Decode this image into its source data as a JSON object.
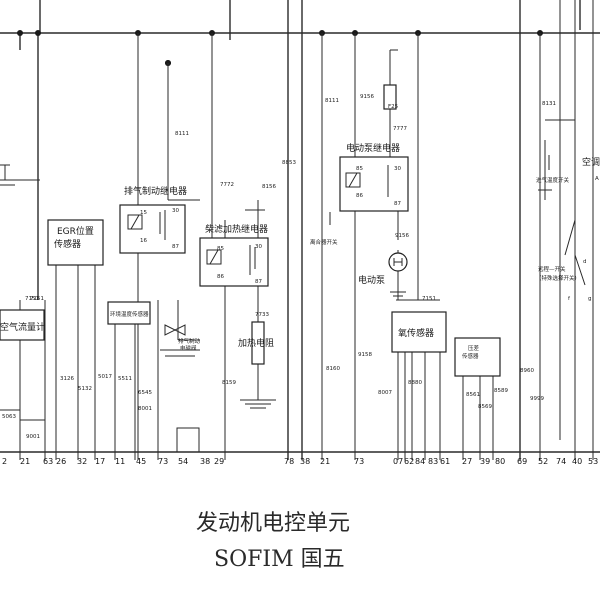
{
  "title_line1": "发动机电控单元",
  "title_line2": "SOFIM 国五",
  "components": {
    "exhaust_brake_relay": "排气制动继电器",
    "egr_sensor_l1": "EGR位置",
    "egr_sensor_l2": "传感器",
    "diesel_heater_relay": "柴滤加热继电器",
    "electric_pump_relay": "电动泵继电器",
    "electric_pump": "电动泵",
    "oxygen_sensor": "氧传感器",
    "pressure_sensor_l1": "压差",
    "pressure_sensor_l2": "传感器",
    "air_flow_meter": "空气流量计",
    "env_temp_sensor": "环境温度传感器",
    "exhaust_valve_l1": "排气制动",
    "exhaust_valve_l2": "电磁阀",
    "heater_resistor": "加热电阻",
    "clutch_switch": "离合器开关",
    "right_switch": "空调",
    "right_note1": "进气温度开关",
    "right_note2": "远程—开关",
    "right_note3": "（特殊选择开关）"
  },
  "relay_pins": [
    "15",
    "16",
    "30",
    "87",
    "85",
    "86",
    "30",
    "87",
    "85",
    "86",
    "30",
    "87"
  ],
  "wires": [
    "8111",
    "7772",
    "8853",
    "7151",
    "8111",
    "7777",
    "9156",
    "7151",
    "8131",
    "3126",
    "5132",
    "5017",
    "5511",
    "6545",
    "8001",
    "8159",
    "7733",
    "8160",
    "9158",
    "8007",
    "8561",
    "8569",
    "8589",
    "8880",
    "8960",
    "9999",
    "9001",
    "5063",
    "7151",
    "9156",
    "8156"
  ],
  "fuse": "F25",
  "connector_pins": [
    "2",
    "21",
    "63",
    "26",
    "32",
    "17",
    "11",
    "45",
    "73",
    "54",
    "38",
    "29",
    "78",
    "38",
    "21",
    "73",
    "07",
    "62",
    "84",
    "83",
    "61",
    "27",
    "39",
    "80",
    "69",
    "52",
    "74",
    "40",
    "53"
  ],
  "pin_labels_small": [
    "A",
    "d",
    "f",
    "g"
  ]
}
